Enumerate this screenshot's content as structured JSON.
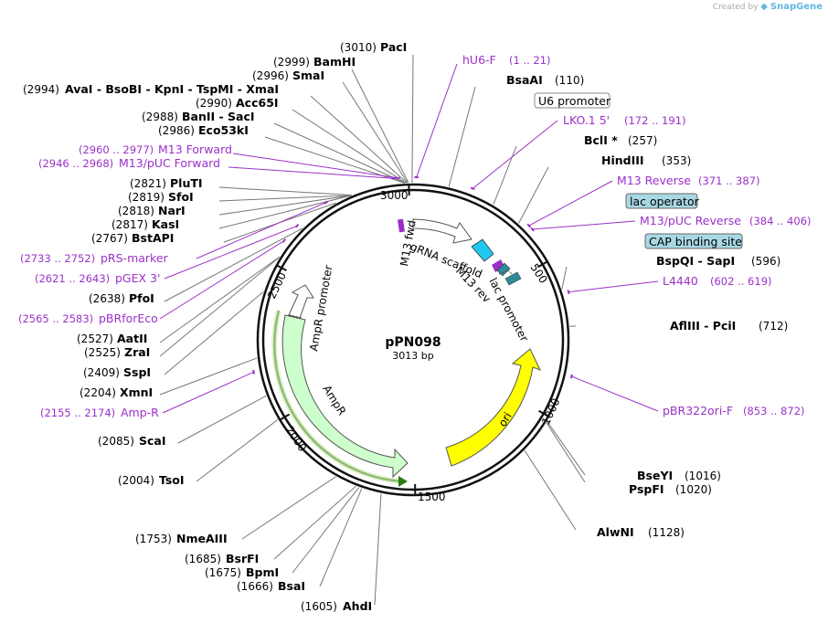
{
  "credit": {
    "prefix": "Created by",
    "brand": "SnapGene"
  },
  "title": "pPN098",
  "length_label": "3013 bp",
  "length": 3013,
  "ticks": [
    "500",
    "1000",
    "1500",
    "2000",
    "2500",
    "3000"
  ],
  "colors": {
    "enzyme": "#000000",
    "primer": "#9b30c8",
    "ori": "#ffff00",
    "ampr": "#ccffcc",
    "promoter": "#ffffff",
    "gRNA": "#ffffff",
    "lac_operator": "#1ec8f0",
    "cap": "#2e8b9a",
    "boxed_fill": "#a8d8e4"
  },
  "enzymes_right": [
    {
      "name": "PacI",
      "pos": "(3010)"
    },
    {
      "name": "BsaAI",
      "pos": "(110)"
    },
    {
      "name": "BclI *",
      "pos": "(257)"
    },
    {
      "name": "HindIII",
      "pos": "(353)"
    },
    {
      "name": "BspQI  -  SapI",
      "pos": "(596)"
    },
    {
      "name": "AflIII  -  PciI",
      "pos": "(712)"
    },
    {
      "name": "BseYI",
      "pos": "(1016)"
    },
    {
      "name": "PspFI",
      "pos": "(1020)"
    },
    {
      "name": "AlwNI",
      "pos": "(1128)"
    },
    {
      "name": "AhdI",
      "pos": "(1605)"
    }
  ],
  "enzymes_left": [
    {
      "name": "BamHI",
      "pos": "(2999)"
    },
    {
      "name": "SmaI",
      "pos": "(2996)"
    },
    {
      "name": "AvaI   -  BsoBI  -  KpnI  -  TspMI  -  XmaI",
      "pos": "(2994)"
    },
    {
      "name": "Acc65I",
      "pos": "(2990)"
    },
    {
      "name": "BanII  -  SacI",
      "pos": "(2988)"
    },
    {
      "name": "Eco53kI",
      "pos": "(2986)"
    },
    {
      "name": "PluTI",
      "pos": "(2821)"
    },
    {
      "name": "SfoI",
      "pos": "(2819)"
    },
    {
      "name": "NarI",
      "pos": "(2818)"
    },
    {
      "name": "KasI",
      "pos": "(2817)"
    },
    {
      "name": "BstAPI",
      "pos": "(2767)"
    },
    {
      "name": "PfoI",
      "pos": "(2638)"
    },
    {
      "name": "AatII",
      "pos": "(2527)"
    },
    {
      "name": "ZraI",
      "pos": "(2525)"
    },
    {
      "name": "SspI",
      "pos": "(2409)"
    },
    {
      "name": "XmnI",
      "pos": "(2204)"
    },
    {
      "name": "ScaI",
      "pos": "(2085)"
    },
    {
      "name": "TsoI",
      "pos": "(2004)"
    },
    {
      "name": "NmeAIII",
      "pos": "(1753)"
    },
    {
      "name": "BsrFI",
      "pos": "(1685)"
    },
    {
      "name": "BpmI",
      "pos": "(1675)"
    },
    {
      "name": "BsaI",
      "pos": "(1666)"
    }
  ],
  "primers_right": [
    {
      "name": "hU6-F",
      "range": "(1 .. 21)"
    },
    {
      "name": "LKO.1 5'",
      "range": "(172 .. 191)"
    },
    {
      "name": "M13 Reverse",
      "range": "(371 .. 387)"
    },
    {
      "name": "M13/pUC Reverse",
      "range": "(384 .. 406)"
    },
    {
      "name": "L4440",
      "range": "(602 .. 619)"
    },
    {
      "name": "pBR322ori-F",
      "range": "(853 .. 872)"
    }
  ],
  "primers_left": [
    {
      "name": "M13 Forward",
      "range": "(2960 .. 2977)"
    },
    {
      "name": "M13/pUC Forward",
      "range": "(2946 .. 2968)"
    },
    {
      "name": "pRS-marker",
      "range": "(2733 .. 2752)"
    },
    {
      "name": "pGEX 3'",
      "range": "(2621 .. 2643)"
    },
    {
      "name": "pBRforEco",
      "range": "(2565 .. 2583)"
    },
    {
      "name": "Amp-R",
      "range": "(2155 .. 2174)"
    }
  ],
  "boxed_features": [
    {
      "name": "U6 promoter"
    },
    {
      "name": "lac operator"
    },
    {
      "name": "CAP binding site"
    }
  ],
  "inner_features": {
    "gRNA": "gRNA scaffold",
    "m13fwd": "M13 fwd",
    "m13rev": "M13 rev",
    "lac": "lac promoter",
    "ampr_prom": "AmpR promoter",
    "ampr": "AmpR",
    "ori": "ori"
  }
}
